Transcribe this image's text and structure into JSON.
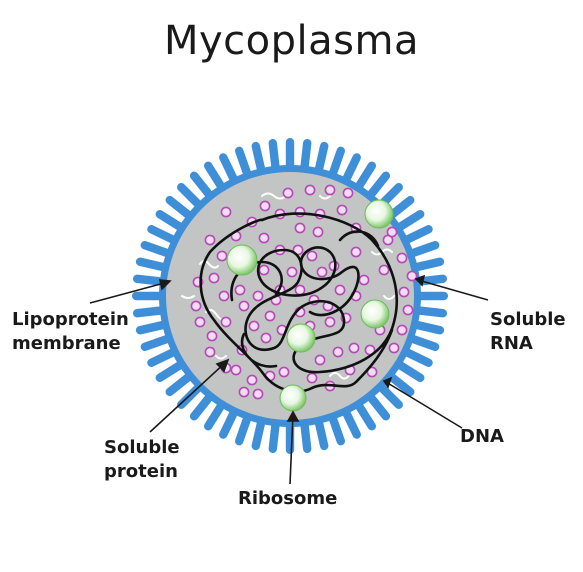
{
  "title": "Mycoplasma",
  "labels": {
    "lipoprotein_membrane": "Lipoprotein\nmembrane",
    "soluble_rna": "Soluble\nRNA",
    "soluble_protein": "Soluble\nprotein",
    "dna": "DNA",
    "ribosome": "Ribosome"
  },
  "colors": {
    "membrane": "#3e8fd8",
    "cytoplasm": "#c3c4c4",
    "protein_fill": "#f3dcf3",
    "protein_stroke": "#b44ab6",
    "ribosome": "#8fd37c",
    "dna": "#111111",
    "rna": "#ffffff"
  }
}
